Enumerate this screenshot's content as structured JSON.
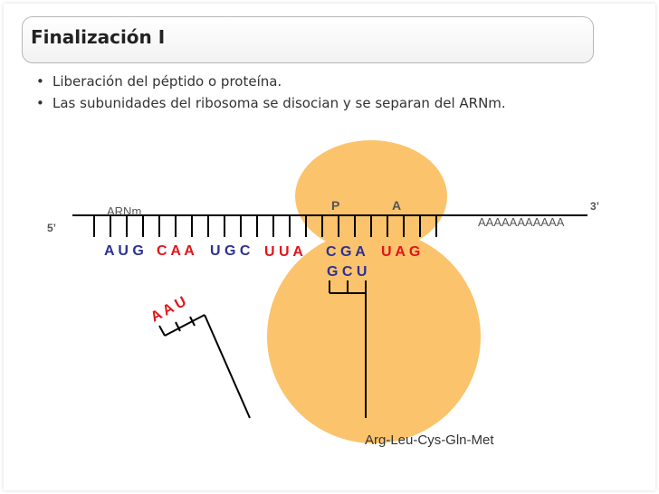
{
  "slide": {
    "title": "Finalización I",
    "bullets": [
      "Liberación del péptido o proteína.",
      "Las subunidades del ribosoma se disocian y se separan del ARNm."
    ]
  },
  "diagram": {
    "mrna_label": "ARNm",
    "five_prime": "5’",
    "three_prime": "3’",
    "poly_a": "AAAAAAAAAAA",
    "site_p": "P",
    "site_a": "A",
    "codons": [
      {
        "text": "A U G",
        "color": "#2e3192"
      },
      {
        "text": "C A A",
        "color": "#e3141b"
      },
      {
        "text": "U G C",
        "color": "#2e3192"
      },
      {
        "text": "U U A",
        "color": "#e3141b"
      },
      {
        "text": "C G A",
        "color": "#2e3192"
      },
      {
        "text": "U A G",
        "color": "#e3141b"
      }
    ],
    "anticodon_in_ribosome": "G C U",
    "released_anticodon": "A A U",
    "peptide": "Arg-Leu-Cys-Gln-Met",
    "colors": {
      "ribosome": "#fbc36b",
      "blue": "#2e3192",
      "red": "#e3141b"
    }
  }
}
